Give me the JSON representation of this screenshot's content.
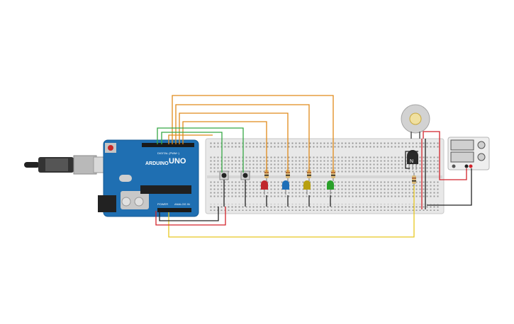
{
  "arduino": {
    "brand": "ARDUINO",
    "model": "UNO",
    "header_digital": "DIGITAL (PWM~)",
    "header_power": "POWER",
    "header_analog": "ANALOG IN"
  },
  "transistor": {
    "label": "N"
  },
  "colors": {
    "background": "#ffffff",
    "breadboard": "#e8e8e8",
    "board_blue": "#1f6fb2",
    "wire_orange": "#e08a1a",
    "wire_green": "#35a845",
    "wire_red": "#d2222a",
    "wire_black": "#222222",
    "wire_yellow": "#e8c820",
    "led_red": "#c0282c",
    "led_blue": "#1e6fb8",
    "led_yellow": "#b8a010",
    "led_green": "#2aa02a"
  }
}
